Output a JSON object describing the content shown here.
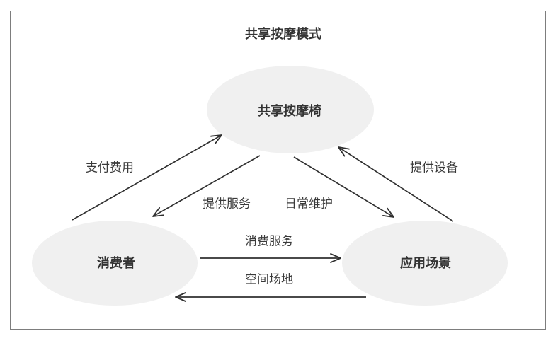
{
  "page": {
    "title": "共享按摩模式"
  },
  "colors": {
    "border_color": "#7d7d7d",
    "node_fill": "#f0f0f0",
    "line_color": "#303030",
    "text_color": "#333333"
  },
  "diagram": {
    "type": "triangle-relationship-diagram",
    "nodes": [
      {
        "id": "shared-massage-chair",
        "label": "共享按摩椅"
      },
      {
        "id": "consumer",
        "label": "消费者"
      },
      {
        "id": "application-scene",
        "label": "应用场景"
      }
    ],
    "edges": [
      {
        "label": "支付费用",
        "from": "consumer",
        "to": "shared-massage-chair"
      },
      {
        "label": "提供服务",
        "from": "shared-massage-chair",
        "to": "consumer"
      },
      {
        "label": "日常维护",
        "from": "shared-massage-chair",
        "to": "application-scene"
      },
      {
        "label": "提供设备",
        "from": "application-scene",
        "to": "shared-massage-chair"
      },
      {
        "label": "消费服务",
        "from": "consumer",
        "to": "application-scene"
      },
      {
        "label": "空间场地",
        "from": "application-scene",
        "to": "consumer"
      }
    ]
  }
}
